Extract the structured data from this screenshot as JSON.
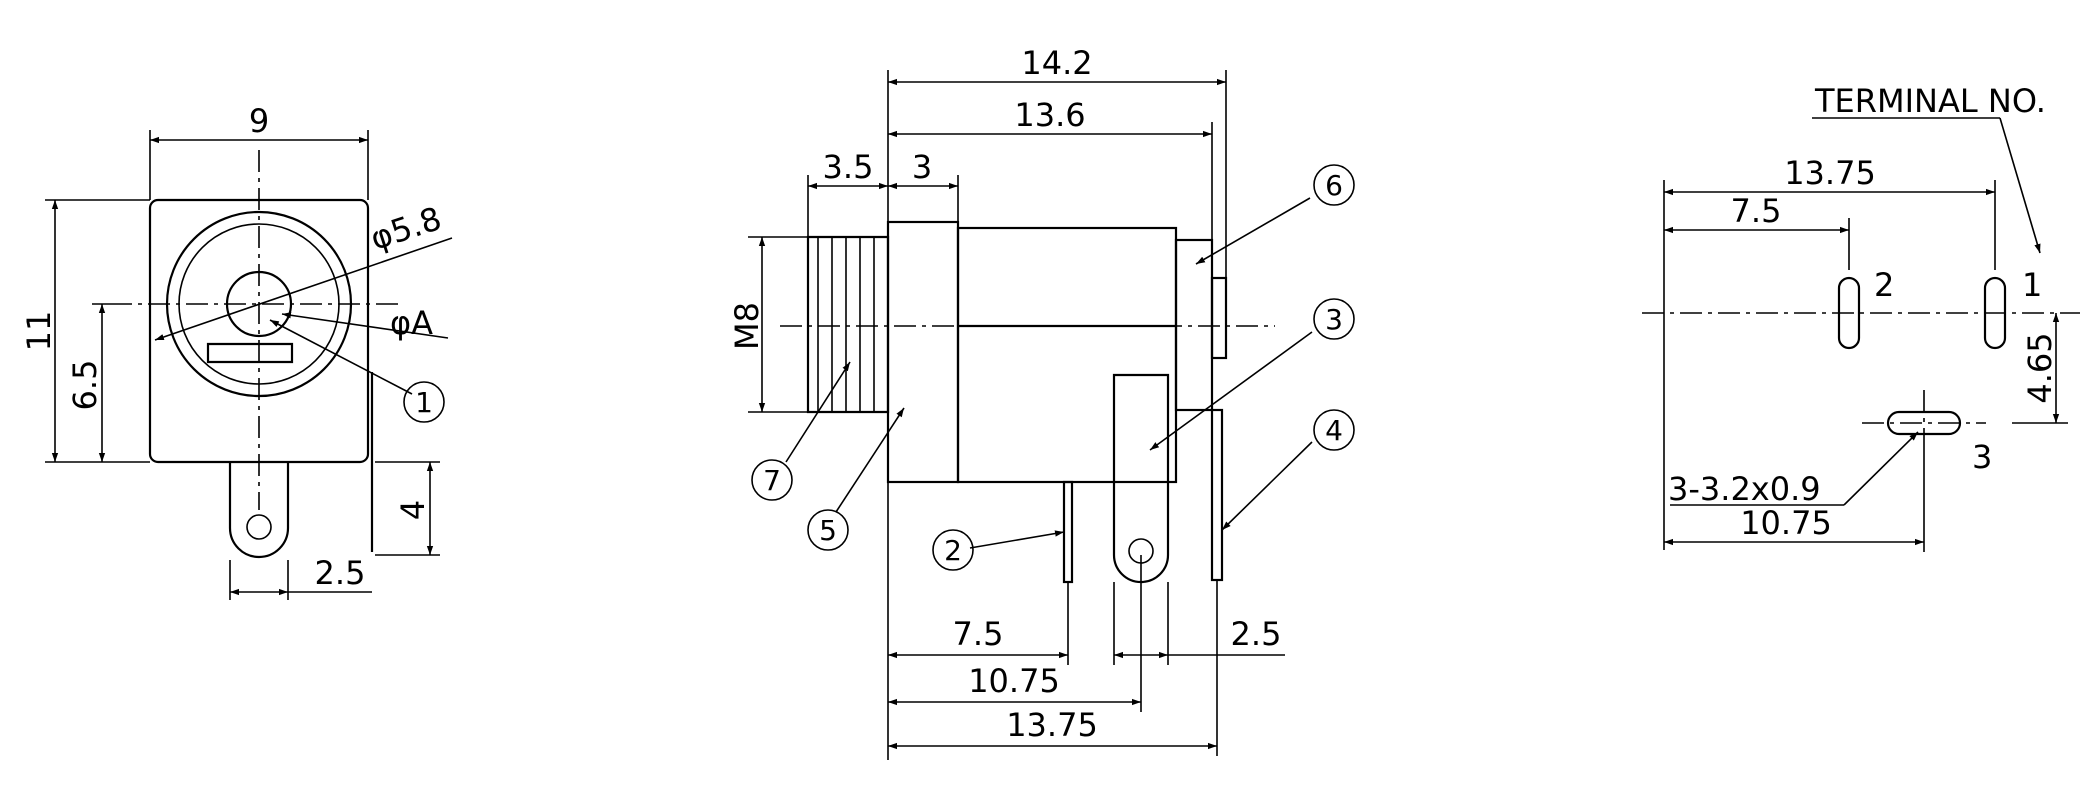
{
  "views": {
    "front": {
      "width": "9",
      "height": "11",
      "center_height": "6.5",
      "diameter_outer": "φ5.8",
      "diameter_inner": "φA",
      "tab_height": "4",
      "tab_offset": "2.5"
    },
    "side": {
      "overall_length": "14.2",
      "body_length": "13.6",
      "thread_length": "3.5",
      "collar_length": "3",
      "thread_size": "M8",
      "pin2_dim": "7.5",
      "pin3_dim": "10.75",
      "pin1_dim": "13.75",
      "pin4_dim": "2.5"
    },
    "pcb": {
      "title": "TERMINAL NO.",
      "dim_13_75": "13.75",
      "dim_7_5": "7.5",
      "dim_4_65": "4.65",
      "slot_spec": "3-3.2x0.9",
      "dim_10_75": "10.75",
      "terminal_1": "1",
      "terminal_2": "2",
      "terminal_3": "3"
    }
  },
  "callouts": [
    "1",
    "2",
    "3",
    "4",
    "5",
    "6",
    "7"
  ]
}
